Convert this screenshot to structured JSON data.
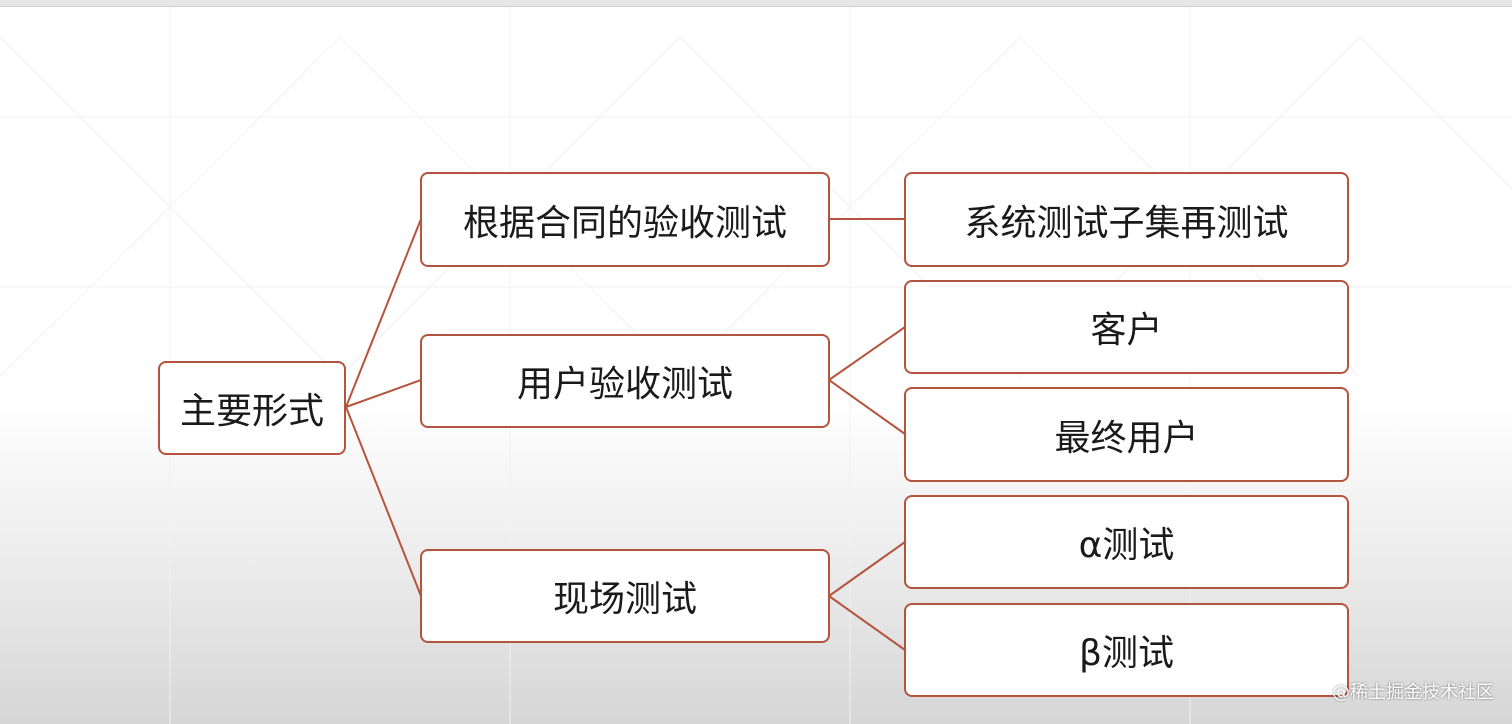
{
  "diagram": {
    "root": {
      "label": "主要形式"
    },
    "branches": [
      {
        "label": "根据合同的验收测试",
        "children": [
          {
            "label": "系统测试子集再测试"
          }
        ]
      },
      {
        "label": "用户验收测试",
        "children": [
          {
            "label": "客户"
          },
          {
            "label": "最终用户"
          }
        ]
      },
      {
        "label": "现场测试",
        "children": [
          {
            "label": "α测试"
          },
          {
            "label": "β测试"
          }
        ]
      }
    ],
    "colors": {
      "border": "#b5543c",
      "connector": "#b5543c",
      "text": "#1a1a1a"
    }
  },
  "watermark": {
    "text": "@稀土掘金技术社区"
  }
}
